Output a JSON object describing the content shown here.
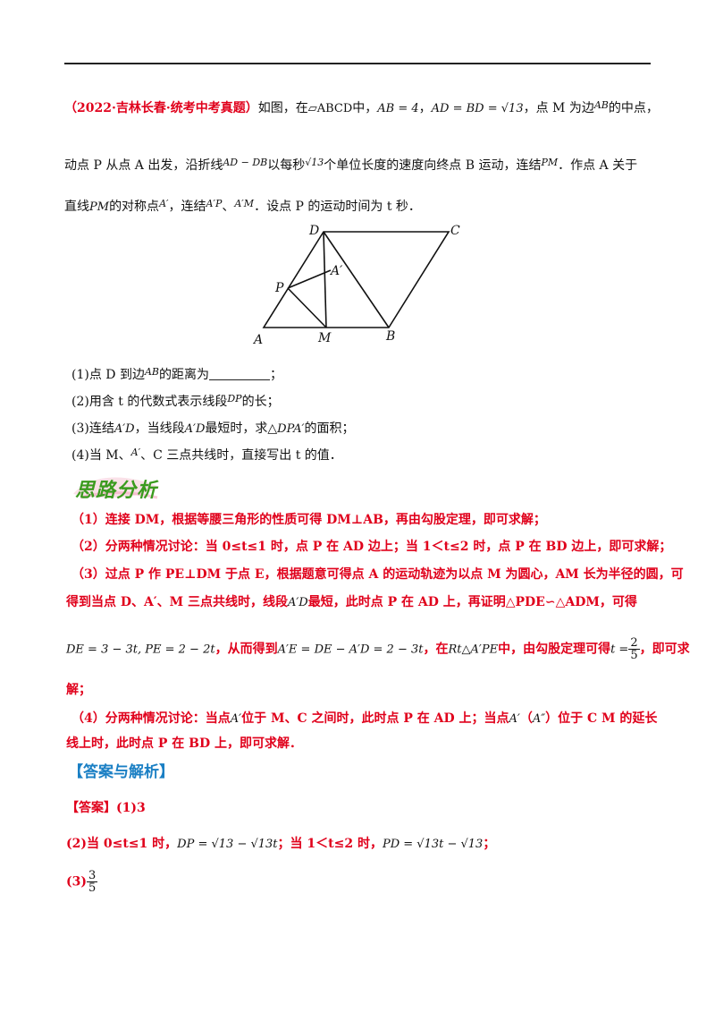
{
  "problem": {
    "source": "（2022·吉林长春·统考中考真题）",
    "line1": [
      "如图，在",
      "▱ABCD",
      "中，",
      "AB = 4",
      "，",
      "AD = BD = √13",
      "，点 M 为边",
      "AB",
      "的中点，"
    ],
    "line2": [
      "动点 P 从点 A 出发，沿折线",
      "AD − DB",
      "以每秒",
      "√13",
      "个单位长度的速度向终点 B 运动，连结",
      "PM",
      "．作点 A 关于"
    ],
    "line3": [
      "直线",
      "PM",
      "的对称点",
      "A′",
      "，连结",
      "A′P",
      "、",
      "A′M",
      "．设点 P 的运动时间为 t 秒．"
    ]
  },
  "figure": {
    "labels": {
      "D": "D",
      "C": "C",
      "A": "A",
      "M": "M",
      "B": "B",
      "P": "P",
      "A1": "A′"
    }
  },
  "questions": {
    "q1": [
      "(1)点 D 到边",
      "AB",
      "的距离为",
      "；"
    ],
    "q2": [
      "(2)用含 t 的代数式表示线段",
      "DP",
      "的长；"
    ],
    "q3": [
      "(3)连结",
      "A′D",
      "，当线段",
      "A′D",
      "最短时，求△",
      "DPA′",
      "的面积；"
    ],
    "q4": [
      "(4)当 M、",
      "A′",
      "、C 三点共线时，直接写出 t 的值．"
    ]
  },
  "analysis": {
    "badge": "思路分析",
    "a1": "（1）连接 DM，根据等腰三角形的性质可得 DM⊥AB，再由勾股定理，即可求解；",
    "a2": "（2）分两种情况讨论：当 0≤t≤1 时，点 P 在 AD 边上；当 1＜t≤2 时，点 P 在 BD 边上，即可求解；",
    "a3_1": "（3）过点 P 作 PE⊥DM 于点 E，根据题意可得点 A 的运动轨迹为以点 M 为圆心，AM 长为半径的圆，可",
    "a3_2": [
      "得到当点 D、A′、M 三点共线时，线段",
      "A′D",
      "最短，此时点 P 在 AD 上，再证明△PDE∽△ADM，可得"
    ],
    "a3_3": [
      "DE = 3 − 3t, PE = 2 − 2t",
      "，从而得到",
      "A′E = DE − A′D = 2 − 3t",
      "，在",
      "Rt△A′PE",
      "中，由勾股定理可得",
      "t =",
      "2",
      "5",
      "，即可求"
    ],
    "a3_4": "解；",
    "a4_1": [
      "（4）分两种情况讨论：当点",
      "A′",
      "位于 M、C 之间时，此时点 P 在 AD 上；当点",
      "A′",
      "（",
      "A″",
      "）位于 C  M 的延长"
    ],
    "a4_2": "线上时，此时点 P 在 BD 上，即可求解．"
  },
  "answer": {
    "section": "【答案与解析】",
    "ans1": "【答案】(1)3",
    "ans2": [
      "(2)当 0≤t≤1 时，",
      "DP = √13 − √13t",
      "；当 1＜t≤2 时，",
      "PD = √13t − √13",
      "；"
    ],
    "ans3_prefix": "(3)",
    "ans3_num": "3",
    "ans3_den": "5"
  },
  "colors": {
    "red": "#e0001b",
    "green": "#3b9b1f",
    "blue": "#1a7fc4"
  }
}
